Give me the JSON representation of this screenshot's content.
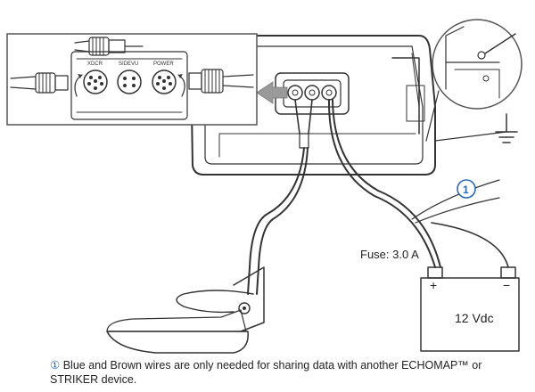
{
  "ports": {
    "sonar": "XDCR",
    "sidevu": "SIDEVU",
    "power": "POWER"
  },
  "fuse_label": "Fuse: 3.0 A",
  "battery": {
    "voltage": "12 Vdc",
    "positive": "+",
    "negative": "−"
  },
  "callout": {
    "number": "1"
  },
  "footnote": {
    "marker": "①",
    "text": "Blue and Brown wires are only needed for sharing data with another ECHOMAP™ or STRIKER device."
  },
  "colors": {
    "line": "#333333",
    "callout": "#2a6ab0",
    "inset_border": "#555555",
    "arrow_fill": "#9a9a9a"
  }
}
